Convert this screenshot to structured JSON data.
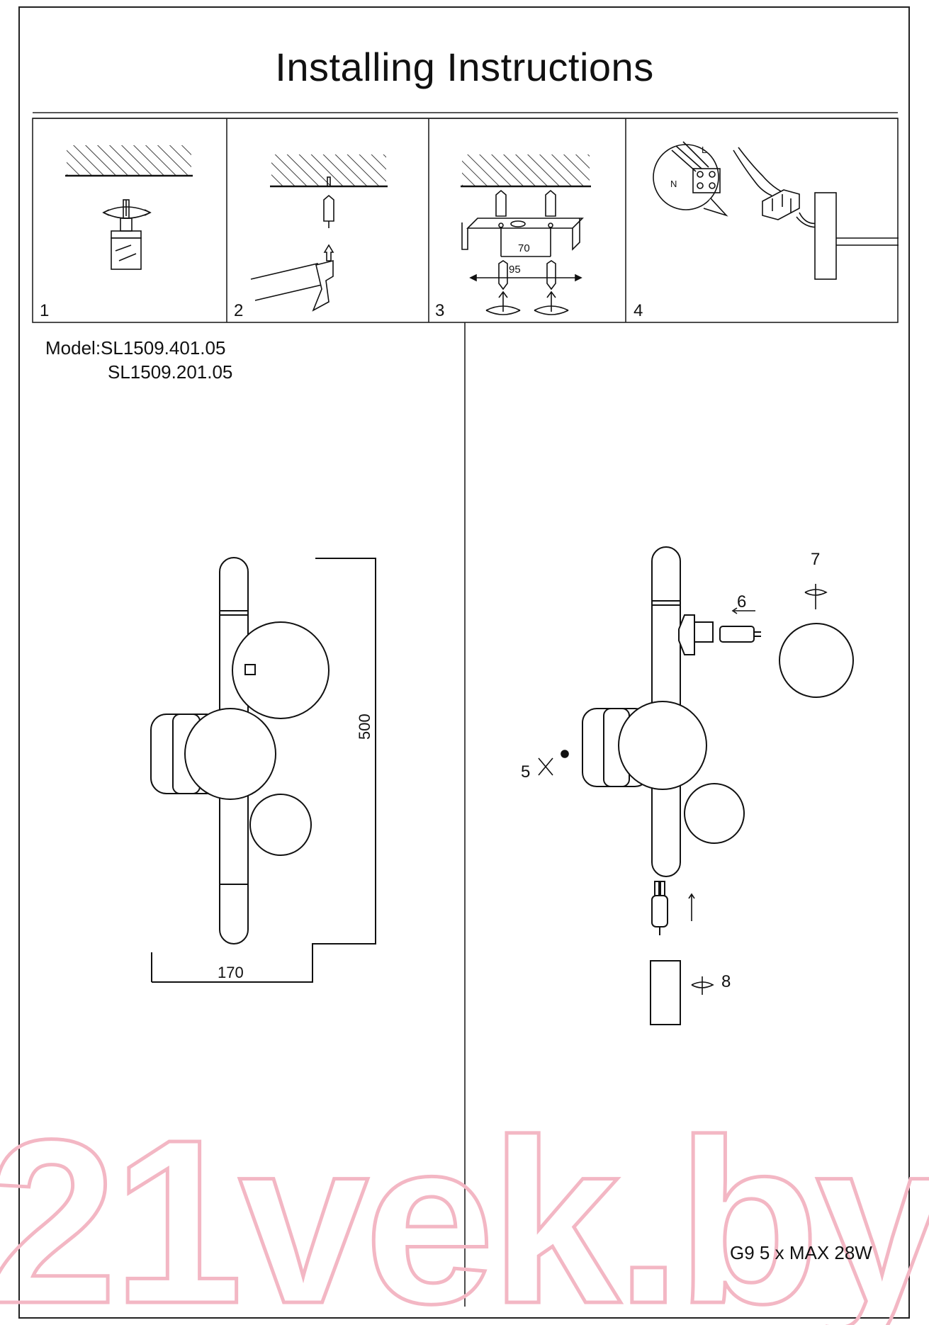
{
  "title": "Installing Instructions",
  "steps": [
    {
      "number": "1",
      "icon": "drill-icon"
    },
    {
      "number": "2",
      "icon": "hammer-icon"
    },
    {
      "number": "3",
      "icon": "bracket-screw-icon"
    },
    {
      "number": "4",
      "icon": "wiring-icon"
    }
  ],
  "bracket_dims": {
    "inner": "70",
    "outer": "95"
  },
  "wiring_labels": {
    "l": "L",
    "n": "N"
  },
  "model": {
    "line1": "Model:SL1509.401.05",
    "line2": "SL1509.201.05"
  },
  "dimensions": {
    "height": "500",
    "width": "170"
  },
  "callouts": {
    "c5": "5",
    "c6": "6",
    "c7": "7",
    "c8": "8"
  },
  "spec": "G9 5 x MAX 28W",
  "watermark": "21vek.by",
  "colors": {
    "line": "#111111",
    "watermark": "#f3b7c4"
  }
}
